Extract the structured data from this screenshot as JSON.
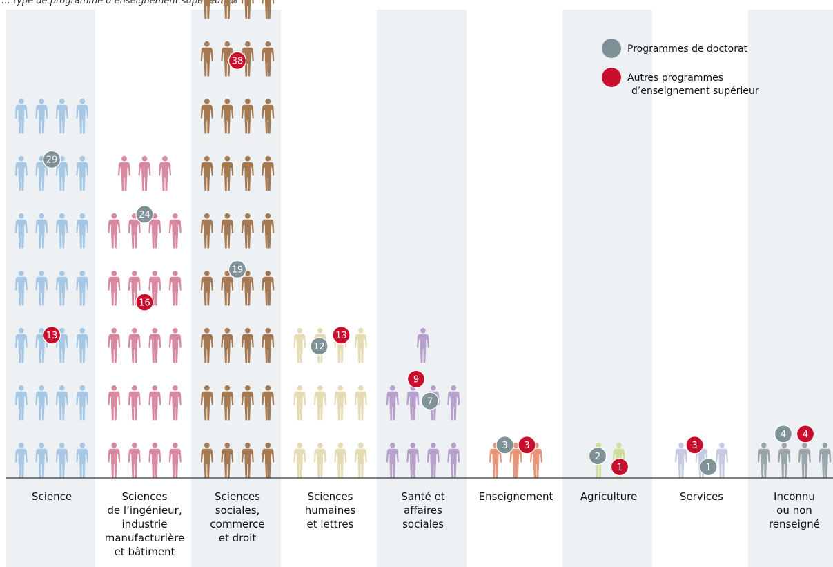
{
  "subtitle": "… type de programme d’enseignement supérieur, %",
  "chart_data": {
    "type": "bar",
    "categories": [
      "Science",
      "Sciences\nde l’ingénieur,\nindustrie\nmanufacturière\net bâtiment",
      "Sciences\nsociales,\ncommerce\net droit",
      "Sciences\nhumaines\net lettres",
      "Santé et\naffaires\nsociales",
      "Enseignement",
      "Agriculture",
      "Services",
      "Inconnu\nou non\nrenseigné"
    ],
    "series": [
      {
        "name": "Programmes de doctorat",
        "values": [
          29,
          24,
          19,
          12,
          7,
          3,
          2,
          1,
          4
        ]
      },
      {
        "name": "Autres programmes\nd’enseignement supérieur",
        "values": [
          13,
          16,
          38,
          13,
          9,
          3,
          1,
          3,
          4
        ]
      }
    ],
    "legend_position": "top-right",
    "colors": {
      "doctorat": "#7f9298",
      "autres": "#c8102e",
      "panel": "#eef1f4",
      "categories": [
        "#a7c8e4",
        "#d88ba0",
        "#a57a52",
        "#e5dcb6",
        "#b8a0cc",
        "#e8957a",
        "#cfdf9a",
        "#c5cbe2",
        "#9aa6ac"
      ]
    }
  }
}
